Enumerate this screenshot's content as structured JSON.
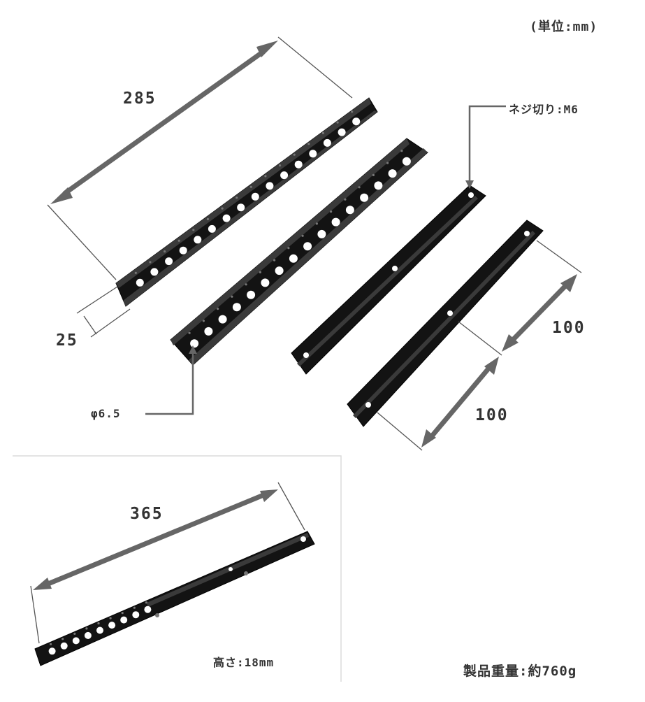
{
  "unit_label": "(単位:mm)",
  "dimensions": {
    "long_rail_length": "285",
    "rail_width": "25",
    "hole_diameter": "φ6.5",
    "thread": "ネジ切り:M6",
    "short_rail_pitch_upper": "100",
    "short_rail_pitch_lower": "100",
    "extended_length": "365",
    "height": "高さ:18mm"
  },
  "product_weight": "製品重量:約760g",
  "colors": {
    "rail": "#131313",
    "dimension": "#666666",
    "text": "#333333"
  }
}
